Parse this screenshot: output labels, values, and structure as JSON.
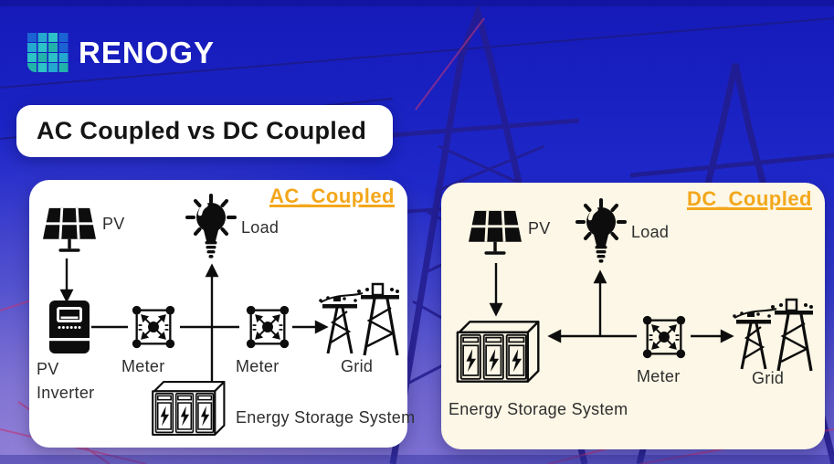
{
  "brand": {
    "name": "RENOGY"
  },
  "title": {
    "text": "AC Coupled vs DC Coupled"
  },
  "panels": [
    {
      "heading": "AC_Coupled",
      "labels": {
        "pv": "PV",
        "load": "Load",
        "inverter_line1": "PV",
        "inverter_line2": "Inverter",
        "meter_left": "Meter",
        "meter_right": "Meter",
        "grid": "Grid",
        "ess": "Energy Storage System"
      }
    },
    {
      "heading": "DC_Coupled",
      "labels": {
        "pv": "PV",
        "load": "Load",
        "meter": "Meter",
        "grid": "Grid",
        "ess": "Energy Storage System"
      }
    }
  ],
  "colors": {
    "background_top": "#151AB8",
    "background_bottom": "#6C63CF",
    "heading_accent": "#F3A71B",
    "ac_panel_bg": "#FFFFFF",
    "dc_panel_bg": "#FCF7E6",
    "diagram_ink": "#0D0D0D",
    "label_text": "#2E2E2E",
    "title_text": "#141414",
    "logo_teal": "#2CC1C6",
    "logo_blue": "#1B63D4",
    "logo_text": "#FFFFFF"
  },
  "icons": {
    "renogy-solar-grid-icon": "teal-blue grid square",
    "solar-panel-icon": "black pv module on stand",
    "light-bulb-icon": "filled bulb with rays",
    "pv-inverter-icon": "black box with display",
    "meter-icon": "square, corner dots, radiating arrows",
    "power-grid-towers-icon": "two lattice transmission towers",
    "battery-storage-icon": "cabinet with three lightning cells",
    "arrow-connector": "black line with triangle head"
  }
}
